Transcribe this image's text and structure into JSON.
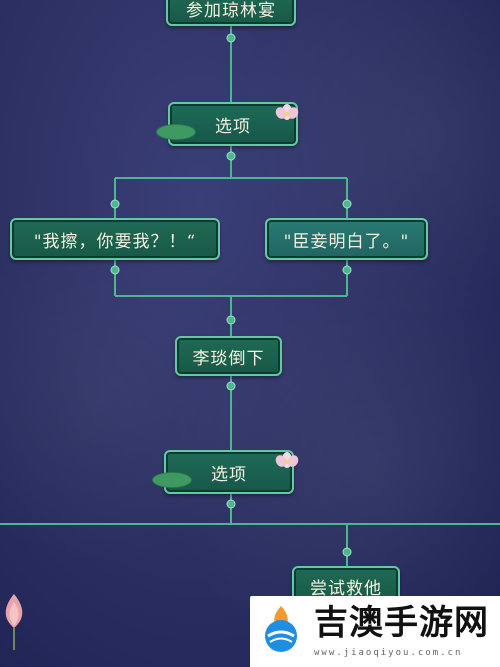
{
  "flowchart": {
    "title_node": "参加琼林宴",
    "option_1": "选项",
    "choice_left": "\"我擦，你要我？！“",
    "choice_right": "\"臣妾明白了。\"",
    "li_node": "李琰倒下",
    "option_2": "选项",
    "rescue_node": "尝试救他"
  },
  "watermark": {
    "brand": "吉澳手游网",
    "url": "www.jiaoqiyou.com.cn"
  },
  "colors": {
    "background": "#2f3366",
    "node_fill": "#1f6a55",
    "node_border": "#63c9a1",
    "connector": "#4fb58f",
    "text": "#f4f1de"
  },
  "icons": {
    "lotus": "lotus-flower-icon",
    "connector_dot": "connector-dot-icon",
    "watermark_logo": "watermark-logo-icon"
  }
}
